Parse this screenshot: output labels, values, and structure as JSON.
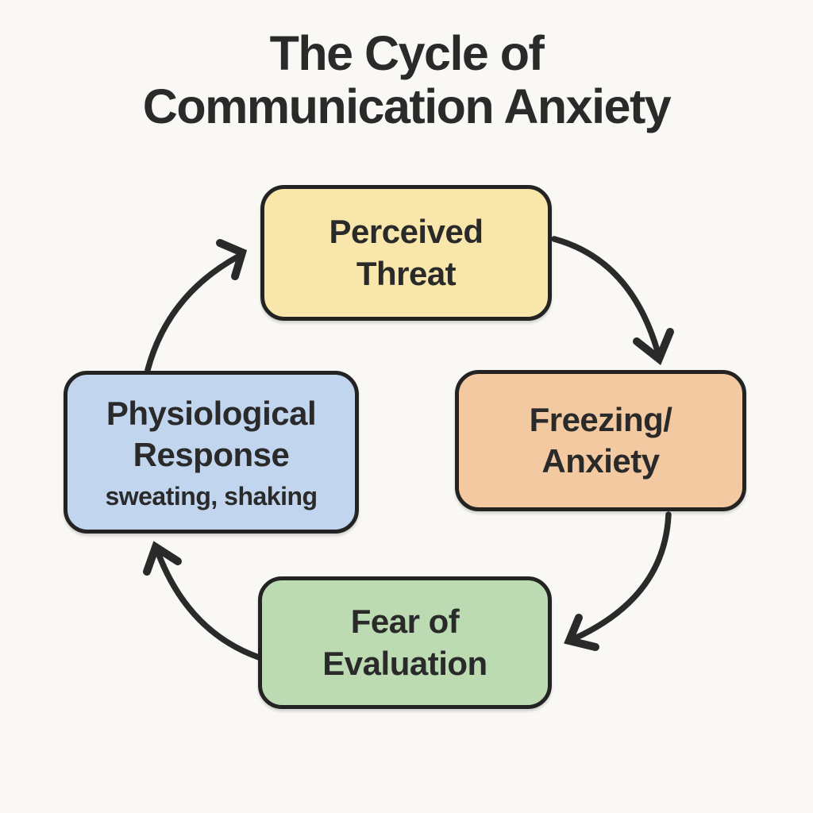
{
  "title": {
    "line1": "The Cycle of",
    "line2": "Communication Anxiety"
  },
  "nodes": [
    {
      "id": "perceived-threat",
      "line1": "Perceived",
      "line2": "Threat",
      "fill": "#f8e6aa"
    },
    {
      "id": "freezing-anxiety",
      "line1": "Freezing/",
      "line2": "Anxiety",
      "fill": "#f2c9a1"
    },
    {
      "id": "fear-of-evaluation",
      "line1": "Fear of",
      "line2": "Evaluation",
      "fill": "#bddbb3"
    },
    {
      "id": "physiological-response",
      "line1": "Physiological",
      "line2": "Response",
      "subtitle": "sweating, shaking",
      "fill": "#c2d5ee"
    }
  ],
  "edges": [
    {
      "from": "perceived-threat",
      "to": "freezing-anxiety"
    },
    {
      "from": "freezing-anxiety",
      "to": "fear-of-evaluation"
    },
    {
      "from": "fear-of-evaluation",
      "to": "physiological-response"
    },
    {
      "from": "physiological-response",
      "to": "perceived-threat"
    }
  ],
  "colors": {
    "background": "#faf8f5",
    "ink": "#2a2a2a",
    "stroke": "#232323",
    "arrow": "#2a2a2a"
  }
}
